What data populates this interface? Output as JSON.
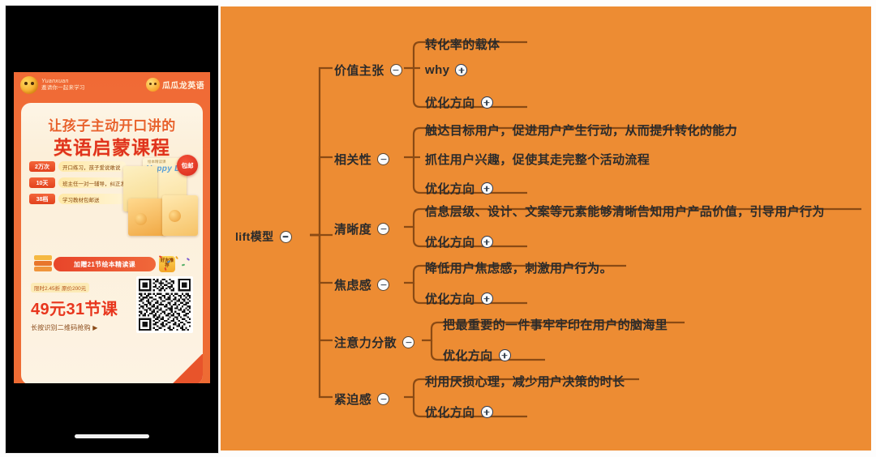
{
  "poster": {
    "brand_en": "Yuanxuan",
    "brand_cn": "邀请你一起来学习",
    "logo_cn": "瓜瓜龙英语",
    "headline_1": "让孩子主动开口讲的",
    "headline_2": "英语启蒙课程",
    "bullets": [
      {
        "tag": "2万次",
        "text": "开口练习，孩子爱说敢说"
      },
      {
        "tag": "10天",
        "text": "班主任一对一辅导，纠正发音"
      },
      {
        "tag": "38档",
        "text": "学习教材包邮送"
      }
    ],
    "book_title": "Happy Days",
    "book_sub": "绘本精读课",
    "free_badge": "包邮",
    "gift_text": "加赠21节绘本精读课",
    "gift_badge": "好友推荐",
    "price_tag": "限时2.45折  原价200元",
    "price": "49元31节课",
    "cta": "长按识别二维码抢购 ▶",
    "qr_note": ""
  },
  "mindmap": {
    "root": {
      "label": "lift模型",
      "toggle": "minus"
    },
    "branches": [
      {
        "label": "价值主张",
        "toggle": "minus",
        "children": [
          {
            "label": "转化率的载体",
            "type": "desc",
            "toggle": "none"
          },
          {
            "label": "why",
            "type": "node",
            "toggle": "plus"
          },
          {
            "label": "优化方向",
            "type": "node",
            "toggle": "plus"
          }
        ]
      },
      {
        "label": "相关性",
        "toggle": "minus",
        "children": [
          {
            "label": "触达目标用户，促进用户产生行动，从而提升转化的能力",
            "type": "desc",
            "toggle": "none"
          },
          {
            "label": "抓住用户兴趣，促使其走完整个活动流程",
            "type": "desc",
            "toggle": "none"
          },
          {
            "label": "优化方向",
            "type": "node",
            "toggle": "plus"
          }
        ]
      },
      {
        "label": "清晰度",
        "toggle": "minus",
        "children": [
          {
            "label": "信息层级、设计、文案等元素能够清晰告知用户产品价值，引导用户行为",
            "type": "desc",
            "toggle": "none"
          },
          {
            "label": "优化方向",
            "type": "node",
            "toggle": "plus"
          }
        ]
      },
      {
        "label": "焦虑感",
        "toggle": "minus",
        "children": [
          {
            "label": "降低用户焦虑感，刺激用户行为。",
            "type": "desc",
            "toggle": "none"
          },
          {
            "label": "优化方向",
            "type": "node",
            "toggle": "plus"
          }
        ]
      },
      {
        "label": "注意力分散",
        "toggle": "minus",
        "children": [
          {
            "label": "把最重要的一件事牢牢印在用户的脑海里",
            "type": "desc",
            "toggle": "none"
          },
          {
            "label": "优化方向",
            "type": "node",
            "toggle": "plus"
          }
        ]
      },
      {
        "label": "紧迫感",
        "toggle": "minus",
        "children": [
          {
            "label": "利用厌损心理，减少用户决策的时长",
            "type": "desc",
            "toggle": "none"
          },
          {
            "label": "优化方向",
            "type": "node",
            "toggle": "plus"
          }
        ]
      }
    ],
    "colors": {
      "background": "#ED8C33",
      "line": "#8a4a14",
      "text": "#2b2b2b"
    }
  }
}
